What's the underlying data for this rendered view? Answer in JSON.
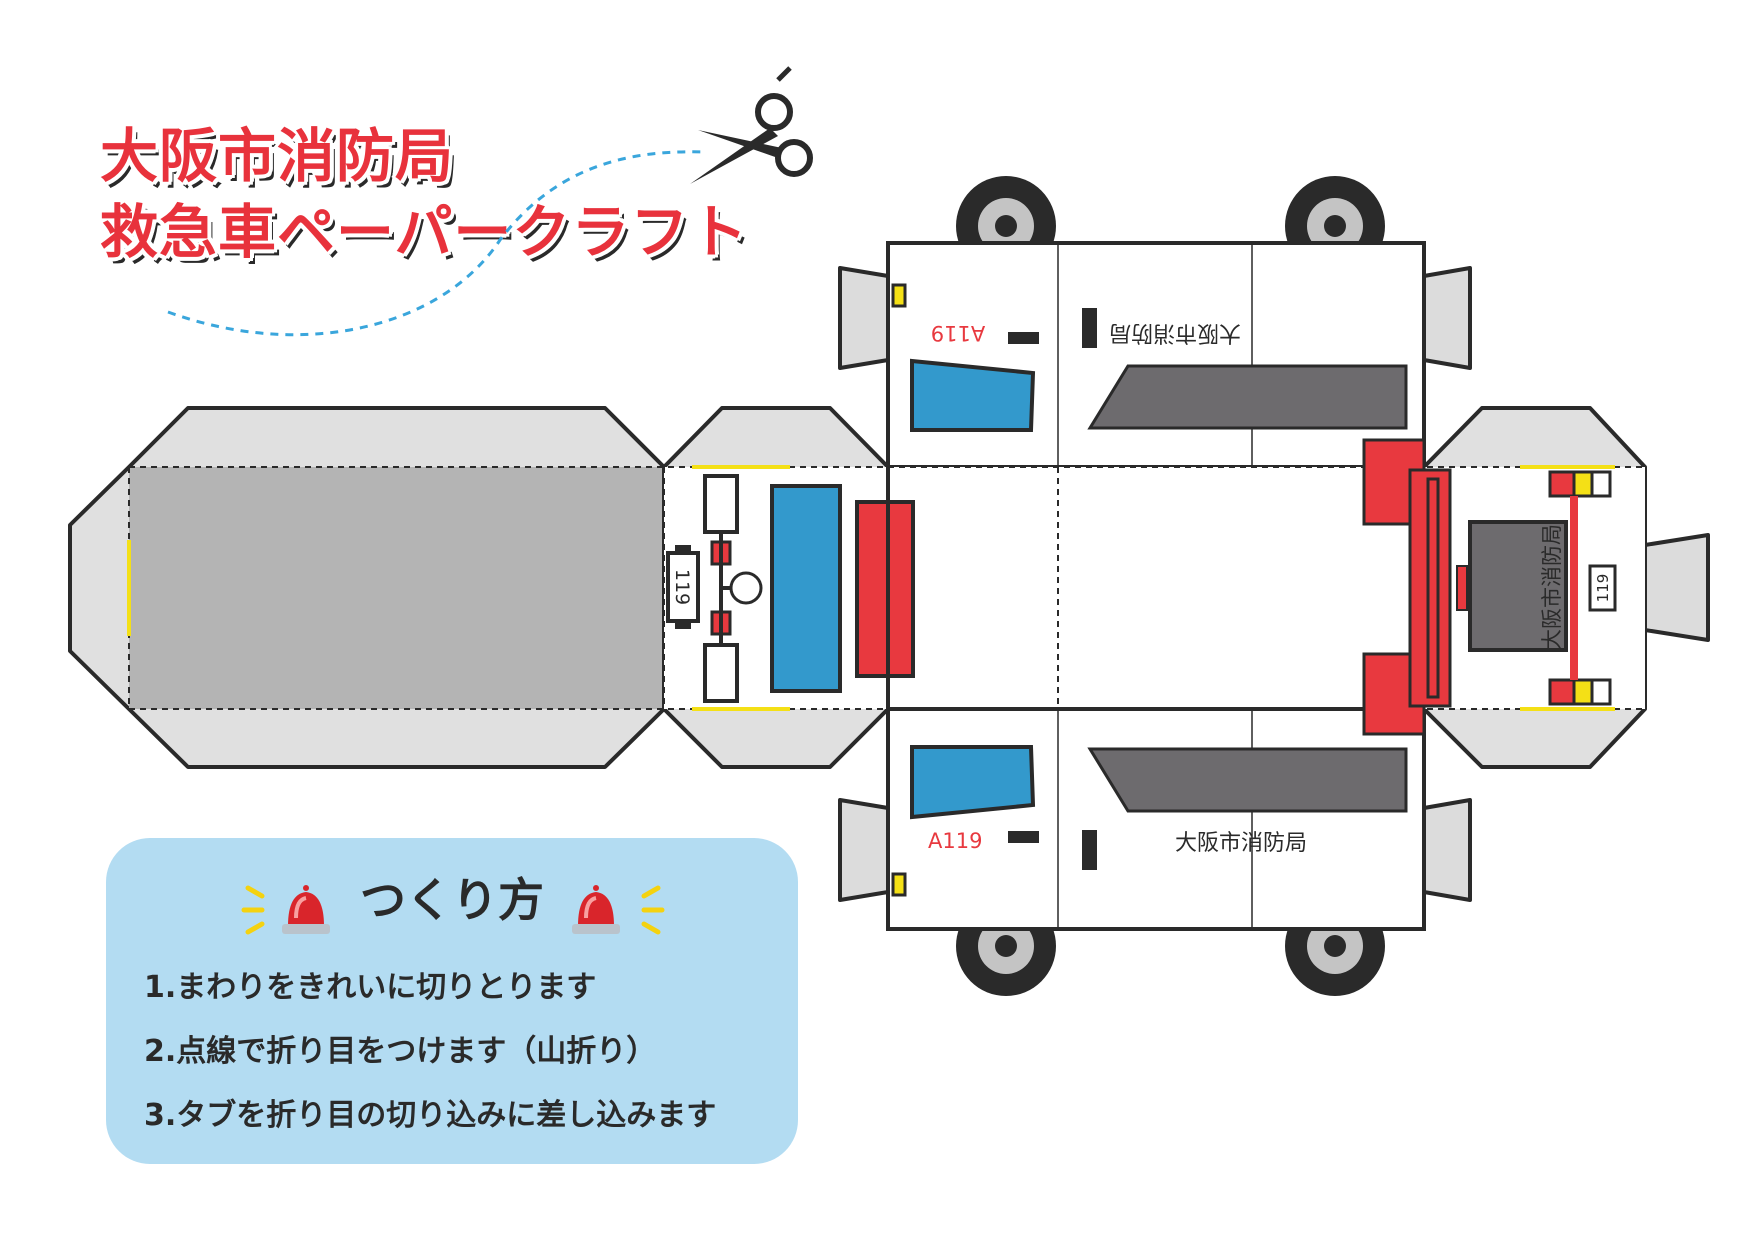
{
  "title": {
    "line1": "大阪市消防局",
    "line2": "救急車ペーパークラフト"
  },
  "vehicle": {
    "side_label": "大阪市消防局",
    "unit_number": "A119",
    "plate_number": "119",
    "rear_label": "大阪市消防局"
  },
  "instructions": {
    "heading": "つくり方",
    "steps": [
      "1.まわりをきれいに切りとります",
      "2.点線で折り目をつけます（山折り）",
      "3.タブを折り目の切り込みに差し込みます"
    ]
  },
  "colors": {
    "title_red": "#e8323c",
    "body_white": "#ffffff",
    "outline": "#2a2a2a",
    "tab_gray": "#e0e0e0",
    "roof_gray": "#b4b4b4",
    "window_blue": "#3399cc",
    "dark_window": "#6d6b6e",
    "stripe_red": "#e8393f",
    "yellow": "#f4e016",
    "panel_blue": "#b3dcf2",
    "cut_line_blue": "#3aa6dc"
  },
  "icons": {
    "scissors": "scissors-icon",
    "siren": "siren-light-icon",
    "wheel": "wheel-icon"
  }
}
